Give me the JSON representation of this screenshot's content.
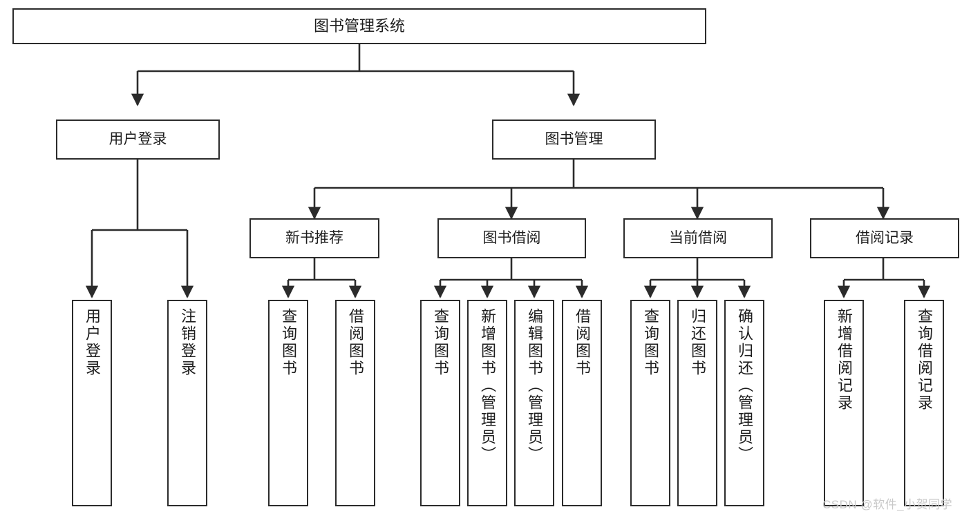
{
  "diagram": {
    "title": "图书管理系统",
    "type": "tree-hierarchy",
    "colors": {
      "box_border": "#2b2b2b",
      "box_fill": "#ffffff",
      "edge": "#2b2b2b",
      "text": "#1d1d1d",
      "watermark": "#c9c9c9",
      "background": "#ffffff"
    }
  },
  "root": {
    "label": "图书管理系统"
  },
  "level1": [
    {
      "label": "用户登录"
    },
    {
      "label": "图书管理"
    }
  ],
  "level2": [
    {
      "label": "新书推荐"
    },
    {
      "label": "图书借阅"
    },
    {
      "label": "当前借阅"
    },
    {
      "label": "借阅记录"
    }
  ],
  "leaves": {
    "user_login": [
      {
        "label": "用户登录"
      },
      {
        "label": "注销登录"
      }
    ],
    "new_book_recommend": [
      {
        "label": "查询图书"
      },
      {
        "label": "借阅图书"
      }
    ],
    "book_borrow": [
      {
        "label": "查询图书"
      },
      {
        "label": "新增图书（管理员）"
      },
      {
        "label": "编辑图书（管理员）"
      },
      {
        "label": "借阅图书"
      }
    ],
    "current_borrow": [
      {
        "label": "查询图书"
      },
      {
        "label": "归还图书"
      },
      {
        "label": "确认归还（管理员）"
      }
    ],
    "borrow_record": [
      {
        "label": "新增借阅记录"
      },
      {
        "label": "查询借阅记录"
      }
    ]
  },
  "watermark": {
    "text": "CSDN @软件_小贺同学"
  }
}
